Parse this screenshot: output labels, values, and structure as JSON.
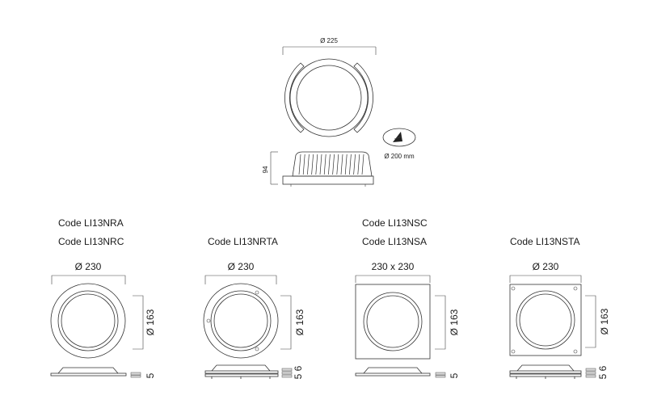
{
  "top": {
    "diameter_label": "Ø 225",
    "height_label": "94",
    "cutout_label": "Ø 200 mm"
  },
  "variants": [
    {
      "codes": [
        "Code LI13NRA",
        "Code LI13NRC"
      ],
      "width_label": "Ø 230",
      "height_label": "Ø 163",
      "depth_labels": [
        "5"
      ]
    },
    {
      "codes": [
        "Code LI13NRTA"
      ],
      "width_label": "Ø 230",
      "height_label": "Ø 163",
      "depth_labels": [
        "6",
        "5"
      ]
    },
    {
      "codes": [
        "Code LI13NSC",
        "Code LI13NSA"
      ],
      "width_label": "230 x 230",
      "height_label": "Ø 163",
      "depth_labels": [
        "5"
      ]
    },
    {
      "codes": [
        "Code LI13NSTA"
      ],
      "width_label": "Ø 230",
      "height_label": "Ø 163",
      "depth_labels": [
        "6",
        "5"
      ]
    }
  ]
}
